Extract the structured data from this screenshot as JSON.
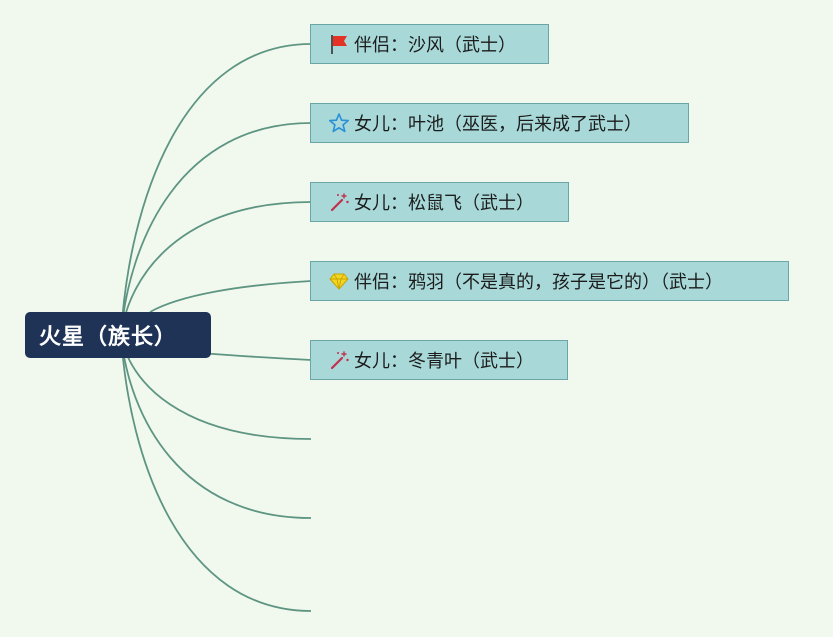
{
  "colors": {
    "background": "#f1f9ef",
    "edge": "#5e9582",
    "root_bg": "#1e3356",
    "root_text": "#ffffff",
    "node_bg": "#a8d8d8",
    "node_border": "#6ba6a6",
    "node_text": "#1c1c1c",
    "flag": "#e53226",
    "star": "#2a90d6",
    "wand": "#c0314d",
    "gem": "#f3d524"
  },
  "root": {
    "label": "火星（族长）"
  },
  "children": [
    {
      "icon": "red-flag-icon",
      "label": "伴侣：沙风（武士）"
    },
    {
      "icon": "blue-star-icon",
      "label": "女儿：叶池（巫医，后来成了武士）"
    },
    {
      "icon": "magic-wand-icon",
      "label": "女儿：松鼠飞（武士）"
    },
    {
      "icon": "yellow-gem-icon",
      "label": "伴侣：鸦羽（不是真的，孩子是它的）（武士）"
    },
    {
      "icon": "magic-wand-icon",
      "label": "女儿：冬青叶（武士）"
    }
  ],
  "empty_branches": 3
}
